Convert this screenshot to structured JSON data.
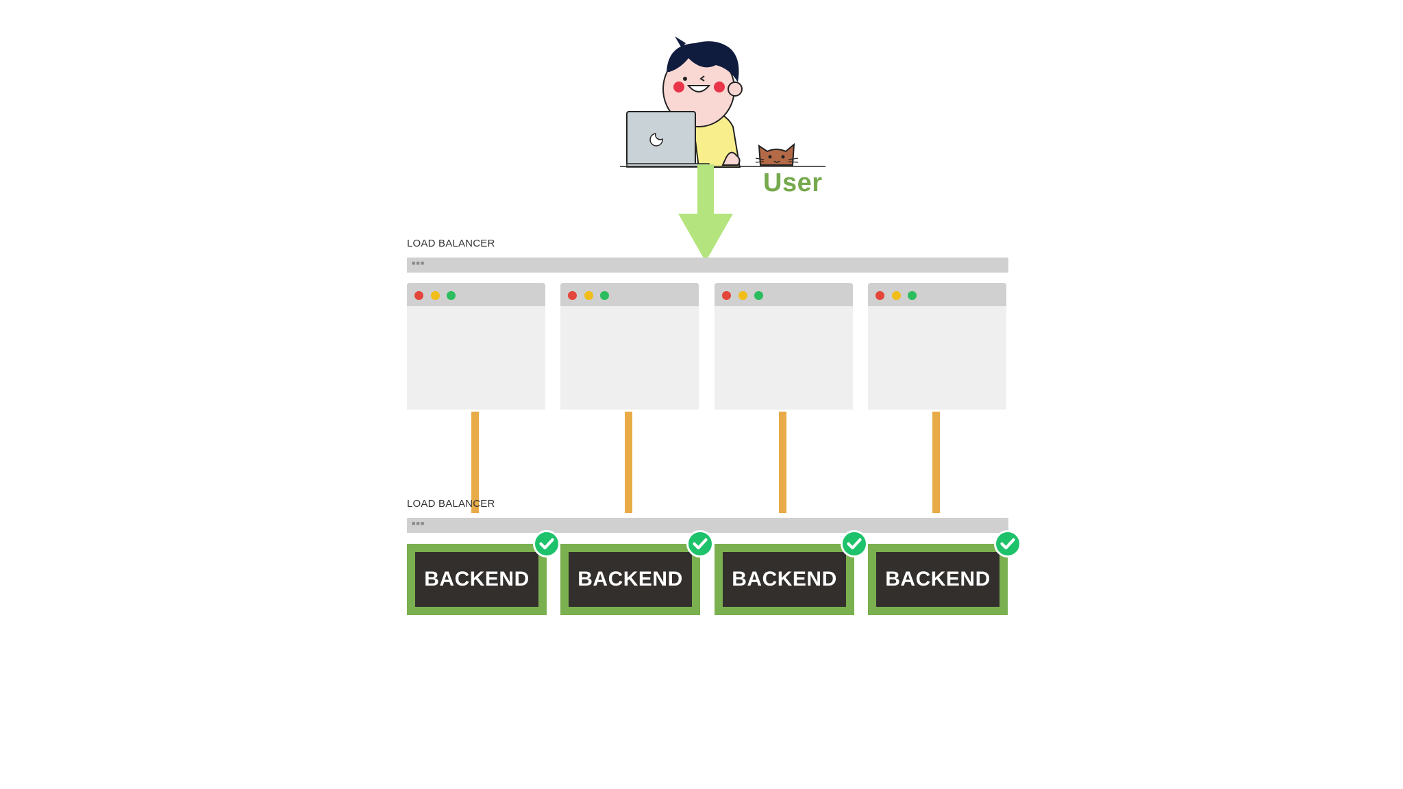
{
  "user": {
    "label": "User"
  },
  "load_balancers": [
    {
      "label": "LOAD BALANCER"
    },
    {
      "label": "LOAD BALANCER"
    }
  ],
  "frontends": [
    {},
    {},
    {},
    {}
  ],
  "backends": [
    {
      "label": "BACKEND",
      "status": "check"
    },
    {
      "label": "BACKEND",
      "status": "check"
    },
    {
      "label": "BACKEND",
      "status": "check"
    },
    {
      "label": "BACKEND",
      "status": "check"
    }
  ],
  "colors": {
    "arrow": "#b4e47e",
    "user_label": "#76a94d",
    "connector": "#e8ab47",
    "backend_border": "#7ab04f",
    "backend_fill": "#332f2d",
    "check": "#1ec26b"
  }
}
